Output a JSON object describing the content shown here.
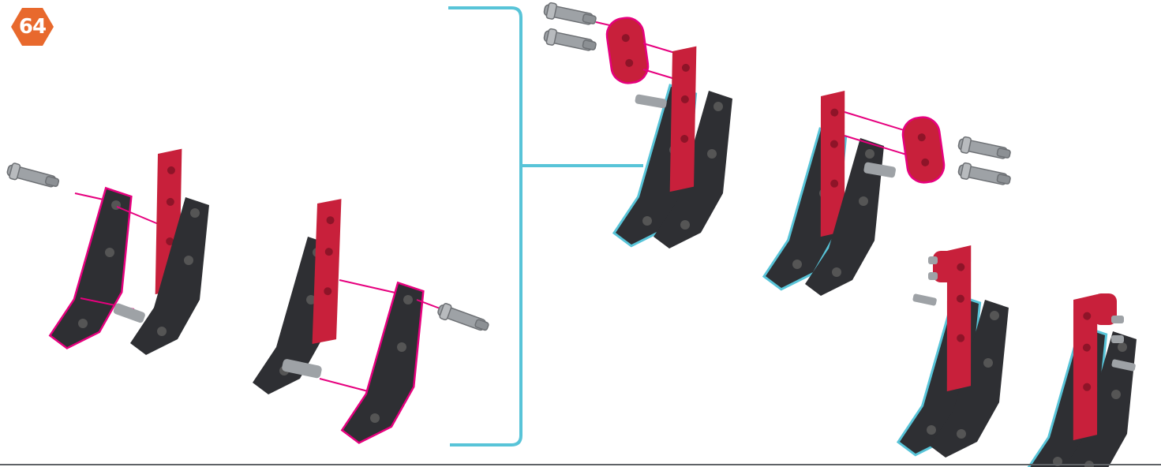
{
  "step": {
    "number": "64",
    "badge_shape": "hexagon",
    "badge_color": "#e8692d"
  },
  "colors": {
    "beam_red": "#c8203b",
    "beam_black": "#2e2f33",
    "pin_gray": "#9ea2a6",
    "highlight_new_part": "#e6007e",
    "highlight_subassembly": "#58c4d8",
    "bracket": "#58c4d8",
    "baseline": "#5f6266"
  },
  "diagram": {
    "type": "assembly-instructions",
    "panels": [
      {
        "id": "left-subassembly-1",
        "parts": [
          "capped-pin-icon",
          "black-angled-beam-icon",
          "red-black-beam-pair-icon"
        ]
      },
      {
        "id": "left-subassembly-2",
        "parts": [
          "red-black-beam-pair-icon",
          "black-angled-beam-icon",
          "capped-pin-icon"
        ]
      },
      {
        "id": "right-subassembly-top",
        "parts": [
          "capped-pin-icon",
          "capped-pin-icon",
          "red-spacer-icon",
          "assembled-beam-stack-icon"
        ]
      },
      {
        "id": "right-subassembly-mid",
        "parts": [
          "assembled-beam-stack-icon",
          "red-spacer-icon",
          "capped-pin-icon",
          "capped-pin-icon"
        ]
      },
      {
        "id": "result-1",
        "parts": [
          "finished-bracket-icon"
        ]
      },
      {
        "id": "result-2",
        "parts": [
          "finished-bracket-icon"
        ]
      }
    ]
  }
}
